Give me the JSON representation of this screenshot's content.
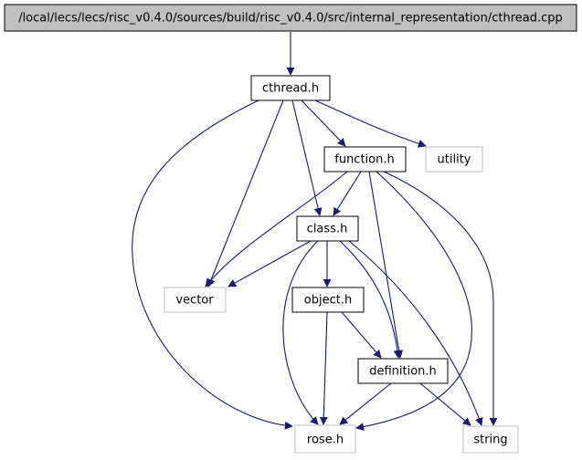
{
  "colors": {
    "root_fill": "#bfbfbf",
    "local_border": "#000000",
    "system_border": "#bfbfbf",
    "edge": "#191970"
  },
  "nodes": {
    "root": {
      "label": "/local/lecs/lecs/risc_v0.4.0/sources/build/risc_v0.4.0/src/internal_representation/cthread.cpp",
      "kind": "root"
    },
    "cthread_h": {
      "label": "cthread.h",
      "kind": "local"
    },
    "function_h": {
      "label": "function.h",
      "kind": "local"
    },
    "utility": {
      "label": "utility",
      "kind": "system"
    },
    "class_h": {
      "label": "class.h",
      "kind": "local"
    },
    "vector": {
      "label": "vector",
      "kind": "system"
    },
    "object_h": {
      "label": "object.h",
      "kind": "local"
    },
    "definition_h": {
      "label": "definition.h",
      "kind": "local"
    },
    "rose_h": {
      "label": "rose.h",
      "kind": "local_grey"
    },
    "string": {
      "label": "string",
      "kind": "system"
    }
  },
  "edges": [
    {
      "from": "root",
      "to": "cthread_h"
    },
    {
      "from": "cthread_h",
      "to": "rose_h"
    },
    {
      "from": "cthread_h",
      "to": "vector"
    },
    {
      "from": "cthread_h",
      "to": "class_h"
    },
    {
      "from": "cthread_h",
      "to": "function_h"
    },
    {
      "from": "cthread_h",
      "to": "utility"
    },
    {
      "from": "function_h",
      "to": "class_h"
    },
    {
      "from": "function_h",
      "to": "vector"
    },
    {
      "from": "function_h",
      "to": "definition_h"
    },
    {
      "from": "function_h",
      "to": "rose_h"
    },
    {
      "from": "function_h",
      "to": "string"
    },
    {
      "from": "class_h",
      "to": "vector"
    },
    {
      "from": "class_h",
      "to": "object_h"
    },
    {
      "from": "class_h",
      "to": "rose_h"
    },
    {
      "from": "class_h",
      "to": "definition_h"
    },
    {
      "from": "class_h",
      "to": "string"
    },
    {
      "from": "object_h",
      "to": "rose_h"
    },
    {
      "from": "object_h",
      "to": "definition_h"
    },
    {
      "from": "definition_h",
      "to": "rose_h"
    },
    {
      "from": "definition_h",
      "to": "string"
    }
  ]
}
